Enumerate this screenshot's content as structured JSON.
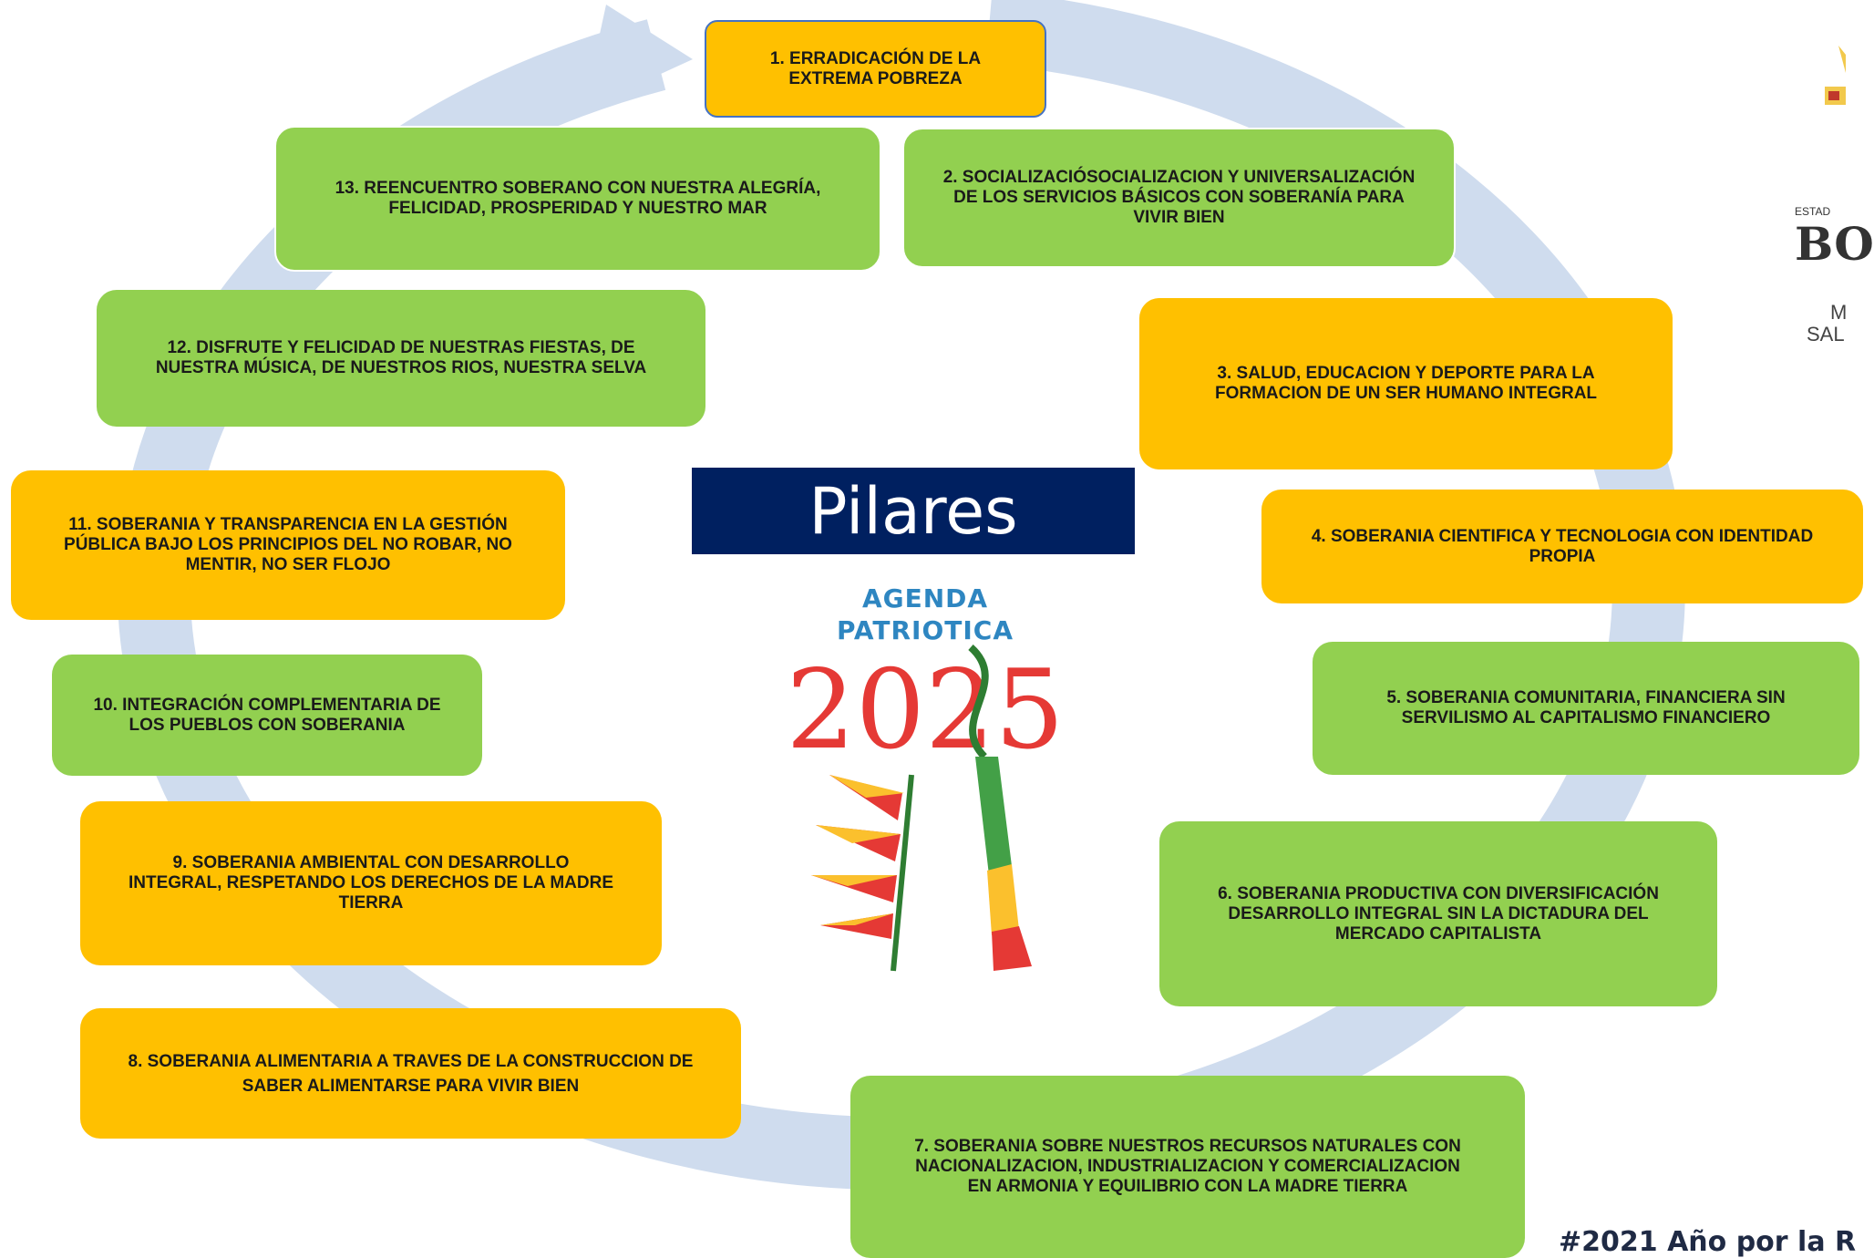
{
  "colors": {
    "green": "#92d050",
    "yellow": "#ffc000",
    "navy": "#002060",
    "ring": "#cfdcee",
    "highlight_border": "#4472c4"
  },
  "title": "Pilares",
  "pillars": [
    {
      "lines": [
        "1. ERRADICACIÓN DE LA",
        "EXTREMA POBREZA"
      ],
      "color": "yellow"
    },
    {
      "lines": [
        "2. SOCIALIZACIÓSOCIALIZACION Y UNIVERSALIZACIÓN",
        "DE LOS SERVICIOS BÁSICOS CON SOBERANÍA PARA",
        "VIVIR BIEN"
      ],
      "color": "green"
    },
    {
      "lines": [
        "3. SALUD, EDUCACION Y DEPORTE PARA LA",
        "FORMACION DE UN SER HUMANO INTEGRAL"
      ],
      "color": "yellow"
    },
    {
      "lines": [
        "4. SOBERANIA CIENTIFICA Y TECNOLOGIA CON IDENTIDAD",
        "PROPIA"
      ],
      "color": "yellow"
    },
    {
      "lines": [
        "5. SOBERANIA COMUNITARIA, FINANCIERA SIN",
        "SERVILISMO AL CAPITALISMO FINANCIERO"
      ],
      "color": "green"
    },
    {
      "lines": [
        "6. SOBERANIA PRODUCTIVA CON DIVERSIFICACIÓN",
        "DESARROLLO INTEGRAL SIN LA DICTADURA DEL",
        "MERCADO CAPITALISTA"
      ],
      "color": "green"
    },
    {
      "lines": [
        "7. SOBERANIA SOBRE NUESTROS RECURSOS NATURALES CON",
        "NACIONALIZACION, INDUSTRIALIZACION Y COMERCIALIZACION",
        "EN ARMONIA Y EQUILIBRIO CON LA MADRE TIERRA"
      ],
      "color": "green"
    },
    {
      "lines": [
        "8. SOBERANIA ALIMENTARIA A TRAVES DE LA CONSTRUCCION DE",
        "SABER ALIMENTARSE PARA VIVIR BIEN"
      ],
      "color": "yellow"
    },
    {
      "lines": [
        "9. SOBERANIA AMBIENTAL CON DESARROLLO",
        "INTEGRAL, RESPETANDO LOS DERECHOS DE LA MADRE",
        "TIERRA"
      ],
      "color": "yellow"
    },
    {
      "lines": [
        "10. INTEGRACIÓN COMPLEMENTARIA DE",
        "LOS PUEBLOS CON SOBERANIA"
      ],
      "color": "green"
    },
    {
      "lines": [
        "11. SOBERANIA Y TRANSPARENCIA EN LA GESTIÓN",
        "PÚBLICA BAJO LOS PRINCIPIOS DEL NO ROBAR, NO",
        "MENTIR, NO SER FLOJO"
      ],
      "color": "yellow"
    },
    {
      "lines": [
        "12. DISFRUTE Y FELICIDAD DE NUESTRAS FIESTAS, DE",
        "NUESTRA MÚSICA, DE NUESTROS RIOS, NUESTRA SELVA"
      ],
      "color": "green"
    },
    {
      "lines": [
        "13. REENCUENTRO SOBERANO CON NUESTRA ALEGRÍA,",
        "FELICIDAD, PROSPERIDAD Y NUESTRO MAR"
      ],
      "color": "green"
    }
  ],
  "logo": {
    "line1": "AGENDA",
    "line2": "PATRIOTICA",
    "year": "2025"
  },
  "side_logo": {
    "estado": "ESTAD",
    "name": "BO",
    "line1": "M",
    "line2": "SAL"
  },
  "footer_tag": "#2021 Año por la R"
}
